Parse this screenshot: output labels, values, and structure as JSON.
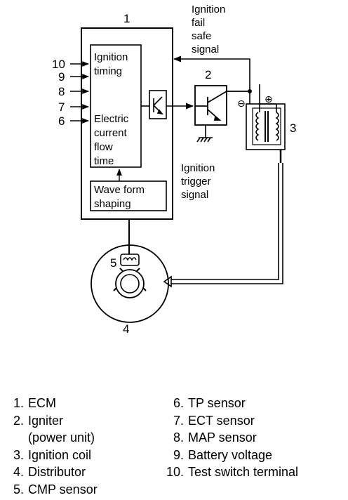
{
  "diagram": {
    "ecm_number": "1",
    "igniter_number": "2",
    "coil_number": "3",
    "distributor_number": "4",
    "cmp_number": "5",
    "input_numbers": [
      "10",
      "9",
      "8",
      "7",
      "6"
    ],
    "fail_safe_label": [
      "Ignition",
      "fail",
      "safe",
      "signal"
    ],
    "trigger_label": [
      "Ignition",
      "trigger",
      "signal"
    ],
    "timing_label": [
      "Ignition",
      "timing"
    ],
    "current_label": [
      "Electric",
      "current",
      "flow",
      "time"
    ],
    "wave_label": [
      "Wave form",
      "shaping"
    ],
    "minus_symbol": "⊖",
    "plus_symbol": "⊕"
  },
  "legend": {
    "left": [
      {
        "num": "1.",
        "text": "ECM"
      },
      {
        "num": "2.",
        "text": "Igniter"
      },
      {
        "num": "",
        "text": "(power unit)"
      },
      {
        "num": "3.",
        "text": "Ignition coil"
      },
      {
        "num": "4.",
        "text": "Distributor"
      },
      {
        "num": "5.",
        "text": "CMP sensor"
      }
    ],
    "right": [
      {
        "num": "6.",
        "text": "TP sensor"
      },
      {
        "num": "7.",
        "text": "ECT sensor"
      },
      {
        "num": "8.",
        "text": "MAP sensor"
      },
      {
        "num": "9.",
        "text": "Battery voltage"
      },
      {
        "num": "10.",
        "text": "Test switch terminal"
      }
    ]
  }
}
